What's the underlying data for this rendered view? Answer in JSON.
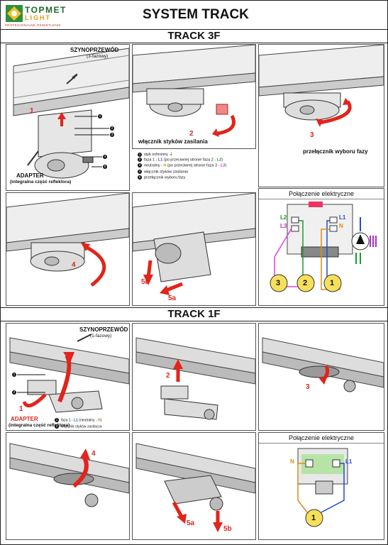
{
  "header": {
    "brand_line1": "TOPMET",
    "brand_line2": "LIGHT",
    "tagline": "PROFESJONALNE OŚWIETLENIE",
    "title": "SYSTEM TRACK"
  },
  "track3f": {
    "section_title": "TRACK 3F",
    "p1": {
      "rail_label": "SZYNOPRZEWÓD",
      "rail_sub": "(3-fazowy)",
      "step": "1",
      "adapter_label": "ADAPTER",
      "adapter_sub": "(integralna część reflektora)",
      "callouts": [
        "1",
        "2",
        "3",
        "4",
        "5"
      ]
    },
    "p2": {
      "step": "2",
      "caption": "włącznik styków zasilania"
    },
    "p3": {
      "step": "3",
      "caption": "przełącznik wyboru fazy"
    },
    "p4": {
      "step": "4"
    },
    "p5": {
      "step_a": "5a",
      "step_b": "5b"
    },
    "legend": [
      {
        "num": "1",
        "text": "styk ochronny"
      },
      {
        "num": "2",
        "pre": "faza 1 - ",
        "a": "L1",
        "mid": " (po przeciwnej stronie faza 2 - ",
        "b": "L2",
        "post": ")"
      },
      {
        "num": "3",
        "pre": "neutralny - ",
        "a": "N",
        "mid": " (po przeciwnej stronie faza 3 - ",
        "b": "L3",
        "post": ")"
      },
      {
        "num": "4",
        "text": "włącznik styków zasilania"
      },
      {
        "num": "5",
        "text": "przełącznik wyboru fazy"
      }
    ],
    "connection": {
      "title": "Połączenie elektryczne",
      "labels": {
        "l2": "L2",
        "l3": "L3",
        "l1": "L1",
        "n": "N"
      },
      "phases": [
        "3",
        "2",
        "1"
      ],
      "roman": {
        "i": "I",
        "ii": "II",
        "iii": "III"
      }
    }
  },
  "track1f": {
    "section_title": "TRACK 1F",
    "p1": {
      "rail_label": "SZYNOPRZEWÓD",
      "rail_sub": "(1-fazowy)",
      "step": "1",
      "adapter_label": "ADAPTER",
      "adapter_sub": "(integralna część reflektora)",
      "callouts": [
        "1",
        "2"
      ]
    },
    "p2": {
      "step": "2"
    },
    "p3": {
      "step": "3"
    },
    "p4": {
      "step": "4"
    },
    "p5": {
      "step_a": "5a",
      "step_b": "5b"
    },
    "legend": [
      {
        "num": "1",
        "pre": "faza 1 - ",
        "a": "L1",
        "mid": " (neutralny - ",
        "b": "N",
        "post": ")"
      },
      {
        "num": "2",
        "text": "włącznik styków zasilacza"
      }
    ],
    "connection": {
      "title": "Połączenie elektryczne",
      "labels": {
        "n": "N",
        "l1": "L1"
      },
      "phases": [
        "1"
      ]
    }
  },
  "colors": {
    "arrow": "#e2241a",
    "blue": "#1e4fc2",
    "green": "#1a9a2a",
    "orange": "#e08a12",
    "purple": "#b02ad0",
    "phase_fill": "#f6e05a"
  }
}
